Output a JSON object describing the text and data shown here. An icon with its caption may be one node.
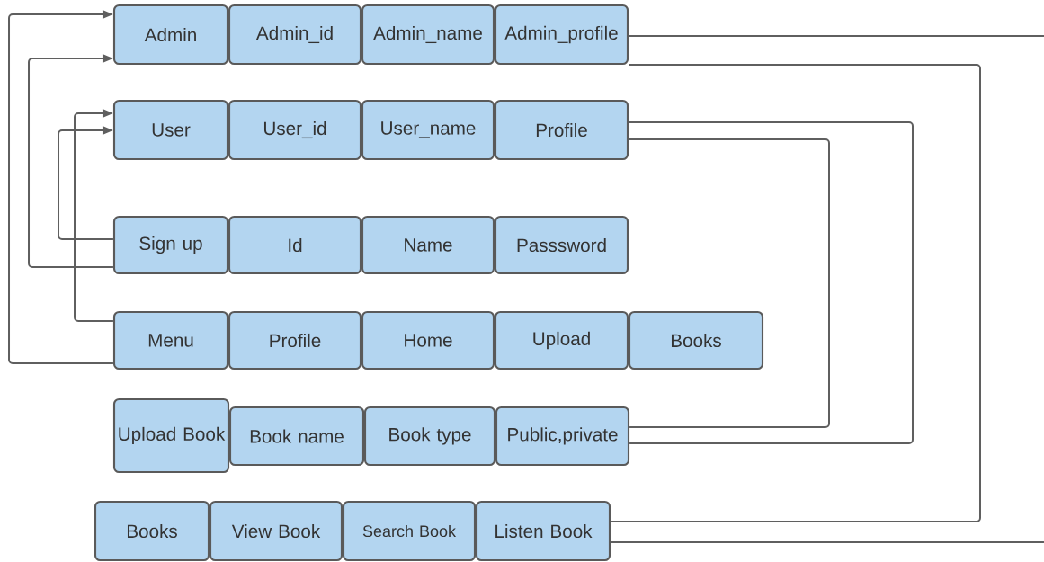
{
  "diagram": {
    "nodes": [
      {
        "text": [
          "Admin"
        ]
      },
      {
        "text": [
          "Admin_id"
        ]
      },
      {
        "text": [
          "Admin_name"
        ]
      },
      {
        "text": [
          "Admin_profile"
        ]
      },
      {
        "text": [
          "User"
        ]
      },
      {
        "text": [
          "User_id"
        ]
      },
      {
        "text": [
          "User_name"
        ]
      },
      {
        "text": [
          "Profile"
        ]
      },
      {
        "text": [
          "Sign up"
        ]
      },
      {
        "text": [
          "Id"
        ]
      },
      {
        "text": [
          "Name"
        ]
      },
      {
        "text": [
          "Passsword"
        ]
      },
      {
        "text": [
          "Menu"
        ]
      },
      {
        "text": [
          "Profile"
        ]
      },
      {
        "text": [
          "Home"
        ]
      },
      {
        "text": [
          "Upload"
        ]
      },
      {
        "text": [
          "Books"
        ]
      },
      {
        "text": [
          "Upload Book"
        ]
      },
      {
        "text": [
          "Book name"
        ]
      },
      {
        "text": [
          "Book type"
        ]
      },
      {
        "text": [
          "Public,private"
        ]
      },
      {
        "text": [
          "Books"
        ]
      },
      {
        "text": [
          "View Book"
        ]
      },
      {
        "text": [
          "Search Book"
        ]
      },
      {
        "text": [
          "Listen Book"
        ]
      }
    ],
    "edges": [
      {
        "from": 12,
        "to": 0,
        "arrow": "to"
      },
      {
        "from": 8,
        "to": 0,
        "arrow": "to"
      },
      {
        "from": 12,
        "to": 4,
        "arrow": "to"
      },
      {
        "from": 8,
        "to": 4,
        "arrow": "to"
      },
      {
        "from": 3,
        "to": null,
        "arrow": "none"
      },
      {
        "from": 3,
        "to": 24,
        "arrow": "none"
      },
      {
        "from": 7,
        "to": 20,
        "arrow": "none"
      },
      {
        "from": 7,
        "to": 20,
        "arrow": "none"
      },
      {
        "from": 24,
        "to": null,
        "arrow": "none"
      }
    ]
  }
}
